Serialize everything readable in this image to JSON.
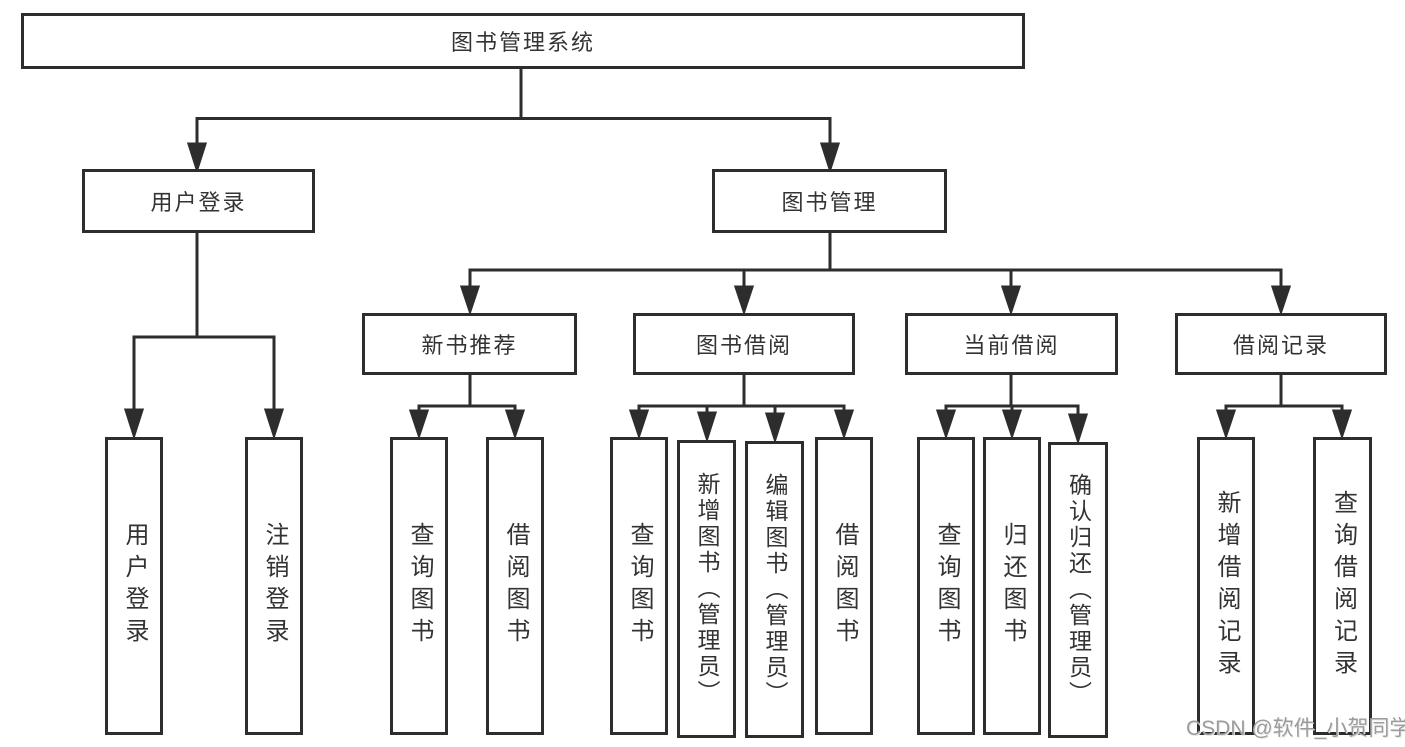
{
  "diagram": {
    "root": {
      "label": "图书管理系统"
    },
    "level2": [
      {
        "label": "用户登录"
      },
      {
        "label": "图书管理"
      }
    ],
    "level3": [
      {
        "label": "新书推荐"
      },
      {
        "label": "图书借阅"
      },
      {
        "label": "当前借阅"
      },
      {
        "label": "借阅记录"
      }
    ],
    "leaves": {
      "user_login": [
        "用户登录",
        "注销登录"
      ],
      "new_book_recommend": [
        "查询图书",
        "借阅图书"
      ],
      "book_borrow": [
        "查询图书",
        "新增图书（管理员）",
        "编辑图书（管理员）",
        "借阅图书"
      ],
      "current_borrow": [
        "查询图书",
        "归还图书",
        "确认归还（管理员）"
      ],
      "borrow_records": [
        "新增借阅记录",
        "查询借阅记录"
      ]
    }
  },
  "watermark": {
    "text": "CSDN @软件_小贺同学"
  },
  "colors": {
    "line": "#2d2d2d",
    "text": "#333333",
    "watermark": "#9c9c9c",
    "background": "#ffffff"
  }
}
